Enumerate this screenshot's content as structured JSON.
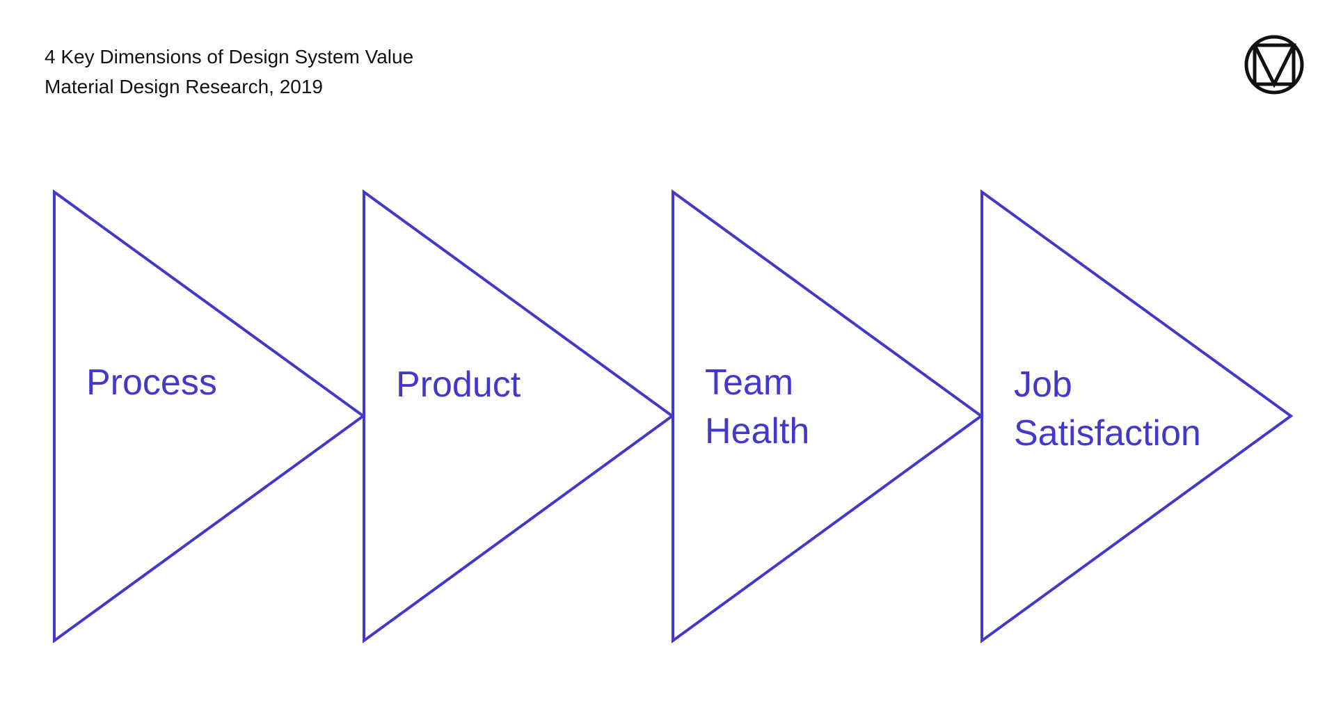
{
  "header": {
    "title": "4 Key Dimensions of Design System Value",
    "subtitle": "Material Design Research, 2019"
  },
  "logo": {
    "icon": "material-design-logo-icon"
  },
  "colors": {
    "accent": "#4338ca",
    "text": "#111111",
    "background": "#ffffff"
  },
  "stages": [
    {
      "lines": [
        "Process"
      ]
    },
    {
      "lines": [
        "Product"
      ]
    },
    {
      "lines": [
        "Team",
        "Health"
      ]
    },
    {
      "lines": [
        "Job",
        "Satisfaction"
      ]
    }
  ]
}
